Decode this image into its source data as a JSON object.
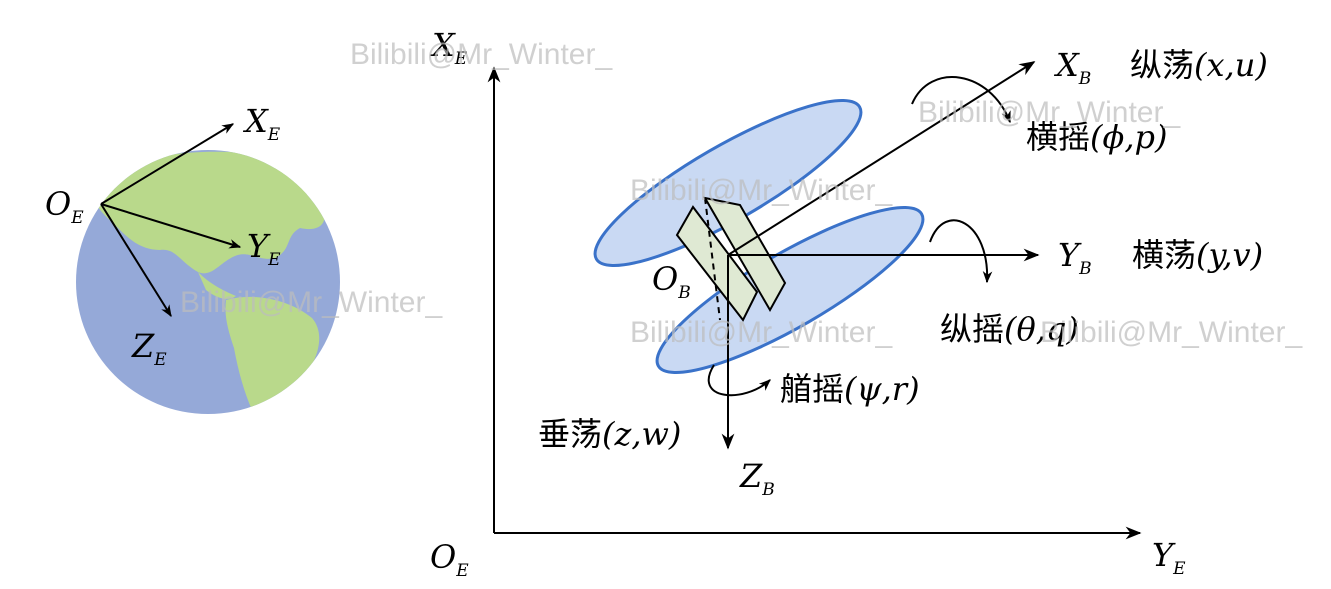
{
  "earth": {
    "origin_main": "O",
    "origin_sub": "E",
    "x_main": "X",
    "x_sub": "E",
    "y_main": "Y",
    "y_sub": "E",
    "z_main": "Z",
    "z_sub": "E"
  },
  "inertial_axes": {
    "x_main": "X",
    "x_sub": "E",
    "y_main": "Y",
    "y_sub": "E",
    "origin_main": "O",
    "origin_sub": "E"
  },
  "body": {
    "origin_main": "O",
    "origin_sub": "B",
    "xb_main": "X",
    "xb_sub": "B",
    "yb_main": "Y",
    "yb_sub": "B",
    "zb_main": "Z",
    "zb_sub": "B"
  },
  "motions": {
    "surge_cn": "纵荡",
    "surge_vars": "(x,u)",
    "roll_cn": "横摇",
    "roll_vars": "(ϕ,p)",
    "sway_cn": "横荡",
    "sway_vars": "(y,v)",
    "pitch_cn": "纵摇",
    "pitch_vars": "(θ,q)",
    "yaw_cn": "艏摇",
    "yaw_vars": "(ψ,r)",
    "heave_cn": "垂荡",
    "heave_vars": "(z,w)"
  },
  "watermark": "Bilibili@Mr_Winter_",
  "colors": {
    "ocean": "#95a9d8",
    "land": "#b9d98b",
    "wing_fill": "#c9d9f3",
    "wing_stroke": "#3a72c9",
    "hull_fill": "#dfe9d3"
  }
}
